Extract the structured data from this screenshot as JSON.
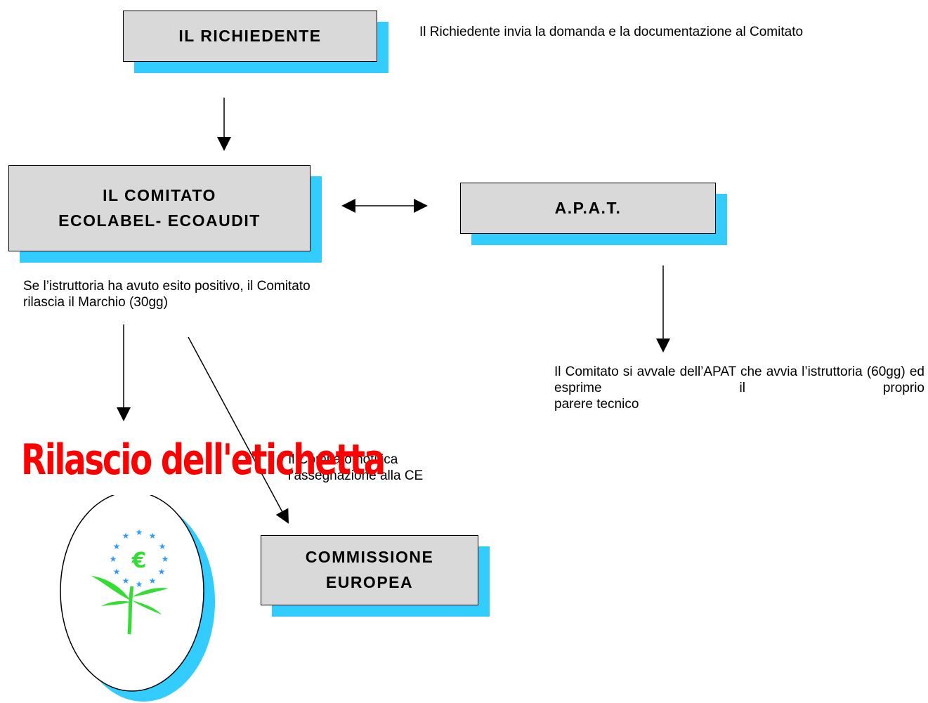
{
  "boxes": {
    "richiedente": {
      "line1": "IL RICHIEDENTE"
    },
    "comitato": {
      "line1": "IL COMITATO",
      "line2": "ECOLABEL- ECOAUDIT"
    },
    "apat": {
      "line1": "A.P.A.T."
    },
    "commissione": {
      "line1": "COMMISSIONE",
      "line2": "EUROPEA"
    }
  },
  "notes": {
    "richiedente": "Il Richiedente invia la domanda e la documentazione al Comitato",
    "esito": "Se l’istruttoria ha avuto esito positivo, il Comitato rilascia il Marchio (30gg)",
    "apat_line1": "Il Comitato si avvale dell’APAT che avvia l’istruttoria (60gg) ed esprime il proprio",
    "apat_line2": "parere tecnico",
    "notifica": "Il Comitato notifica l’assegnazione alla CE"
  },
  "label_rilascio": "Rilascio dell'etichetta",
  "colors": {
    "box_fill": "#d9d9d9",
    "shadow": "#33ccff",
    "label_red": "#ff0000",
    "flower_green": "#33dd33",
    "star_blue": "#3399ff"
  },
  "icons": {
    "ecolabel": "eu-ecolabel-flower-icon"
  }
}
